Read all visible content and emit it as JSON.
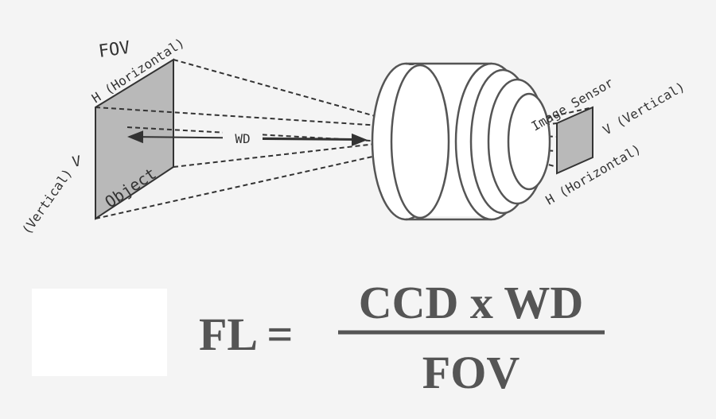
{
  "labels": {
    "fov": "FOV",
    "object_h": "H (Horizontal)",
    "object_v": "V",
    "object_v_sub": "(Vertical)",
    "object": "Object",
    "wd": "WD",
    "image_sensor": "Image Sensor",
    "sensor_v": "V (Vertical)",
    "sensor_h": "H (Horizontal)"
  },
  "formula": {
    "lhs": "FL =",
    "numerator": "CCD x WD",
    "denominator": "FOV"
  },
  "colors": {
    "plane_fill": "#b9b9b9",
    "line": "#333333",
    "formula_text": "#555555"
  }
}
